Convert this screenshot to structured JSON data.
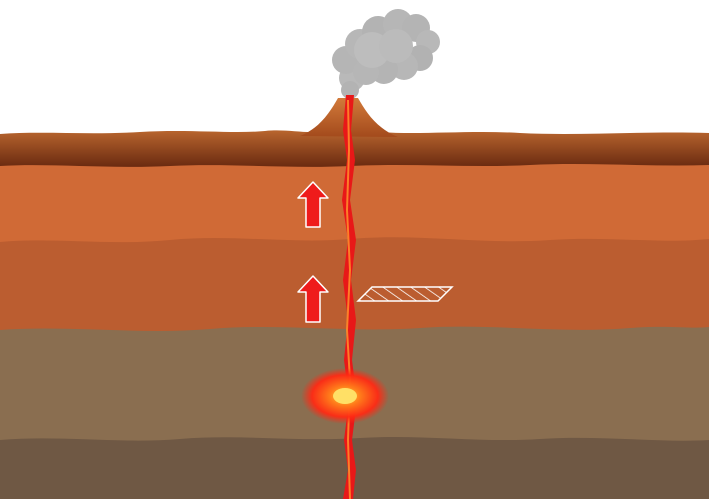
{
  "diagram": {
    "colors": {
      "sky": "#ffffff",
      "topsoil_light": "#a85a2a",
      "topsoil_dark": "#6e2c12",
      "layer_upper": "#d06a36",
      "layer_middle": "#bb5d30",
      "layer_lower": "#8a6e50",
      "layer_bottom": "#6f5844",
      "magma": "#e81818",
      "magma_glow": "#ff3a1a",
      "magma_core": "#ffcc33",
      "arrow_fill": "#ef1b1b",
      "arrow_stroke": "#ffffff",
      "smoke": "#b5b5b5",
      "smoke_shade": "#9c9c9c",
      "volcano": "#c45a20"
    },
    "elements": [
      "sky",
      "ground-surface",
      "rock-layer-upper",
      "rock-layer-middle",
      "rock-layer-lower",
      "rock-layer-bottom",
      "volcano-cone",
      "smoke-plume",
      "magma-conduit",
      "magma-chamber",
      "up-arrow",
      "fault-plane-marker"
    ],
    "arrow_count": 2
  }
}
